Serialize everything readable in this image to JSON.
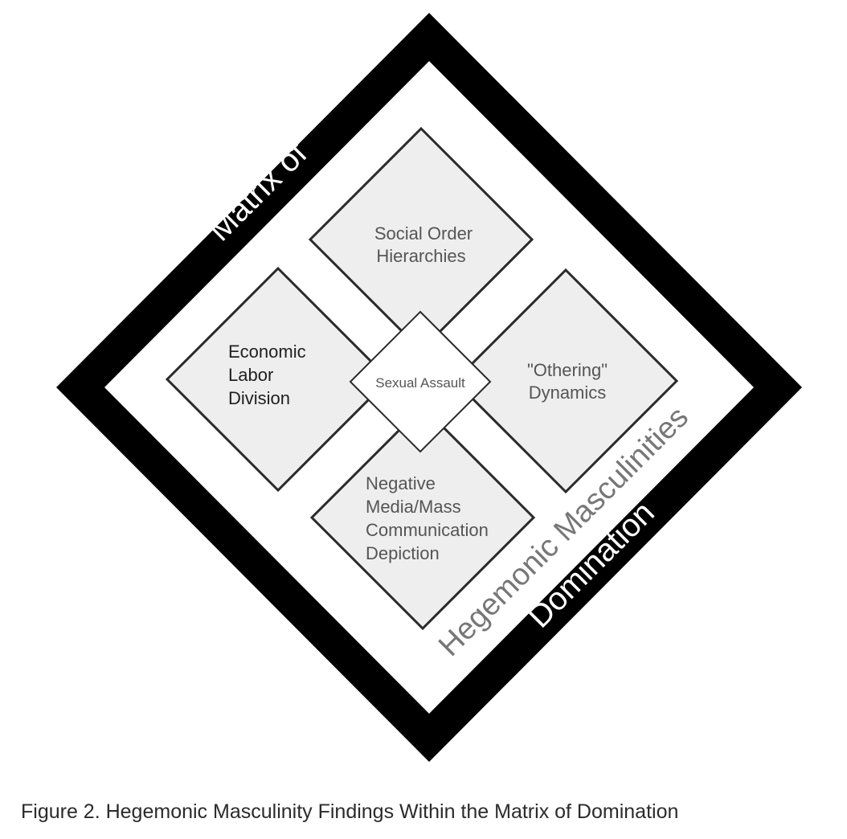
{
  "diagram": {
    "frame_labels": {
      "matrix_of": "Matrix of",
      "domination": "Domination",
      "hegemonic_masculinities": "Hegemonic Masculinities"
    },
    "center": {
      "label": "Sexual Assault"
    },
    "boxes": {
      "top": {
        "lines": [
          "Social Order",
          "Hierarchies"
        ]
      },
      "left": {
        "lines": [
          "Economic",
          "Labor",
          "Division"
        ]
      },
      "right": {
        "lines": [
          "\"Othering\"",
          "Dynamics"
        ]
      },
      "bottom": {
        "lines": [
          "Negative",
          "Media/Mass",
          "Communication",
          "Depiction"
        ]
      }
    },
    "colors": {
      "frame": "#000000",
      "box_fill": "#eeeeee",
      "box_border": "#2a2a2a",
      "center_fill": "#ffffff",
      "hegemonic_text": "#777777",
      "box_text_light": "#555555",
      "box_text_dark": "#1f1f1f"
    }
  },
  "caption": "Figure 2. Hegemonic Masculinity Findings Within the Matrix of Domination"
}
